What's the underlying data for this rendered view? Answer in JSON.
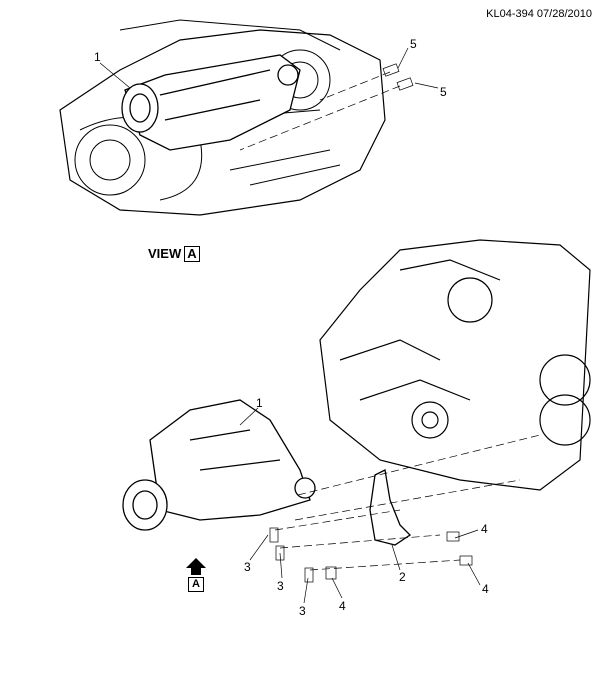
{
  "document_id": "KL04-394 07/28/2010",
  "view_label": {
    "text": "VIEW",
    "letter": "A"
  },
  "arrow_label": "A",
  "callouts": {
    "top_part": "1",
    "top_bolt_a": "5",
    "top_bolt_b": "5",
    "bottom_part": "1",
    "bracket": "2",
    "bolt_left_1": "3",
    "bolt_left_2": "3",
    "bolt_left_3": "3",
    "bolt_right_1": "4",
    "bolt_right_2": "4",
    "bolt_right_3": "4"
  }
}
